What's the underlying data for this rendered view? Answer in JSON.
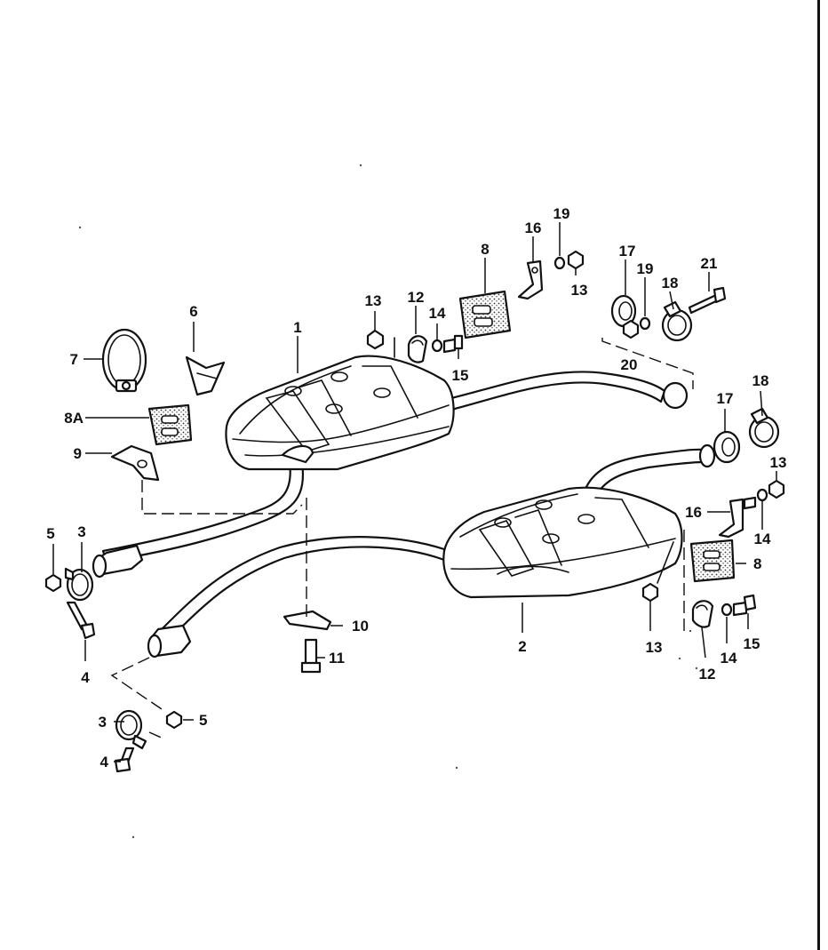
{
  "callouts": {
    "c1": "1",
    "c2": "2",
    "c3a": "3",
    "c3b": "3",
    "c4a": "4",
    "c4b": "4",
    "c5a": "5",
    "c5b": "5",
    "c6": "6",
    "c7": "7",
    "c8a": "8",
    "c8b": "8",
    "c8A": "8A",
    "c9": "9",
    "c10": "10",
    "c11": "11",
    "c12a": "12",
    "c12b": "12",
    "c13a": "13",
    "c13b": "13",
    "c13c": "13",
    "c13d": "13",
    "c14a": "14",
    "c14b": "14",
    "c14c": "14",
    "c15a": "15",
    "c15b": "15",
    "c16a": "16",
    "c16b": "16",
    "c17a": "17",
    "c17b": "17",
    "c18a": "18",
    "c18b": "18",
    "c19a": "19",
    "c19b": "19",
    "c20": "20",
    "c21": "21"
  }
}
